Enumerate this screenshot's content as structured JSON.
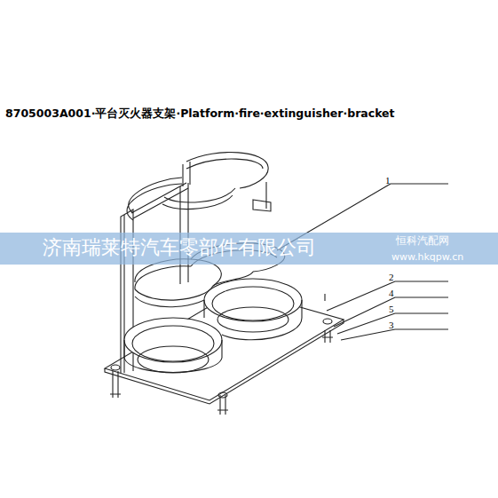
{
  "diagram": {
    "title": "8705003A001·平台灭火器支架·Platform·fire·extinguisher·bracket",
    "labels": [
      "1",
      "2",
      "4",
      "5",
      "3",
      "济南瑞莱特汽车零部件有限公司",
      "恒科汽配网",
      "www.hkqpw.cn"
    ]
  }
}
